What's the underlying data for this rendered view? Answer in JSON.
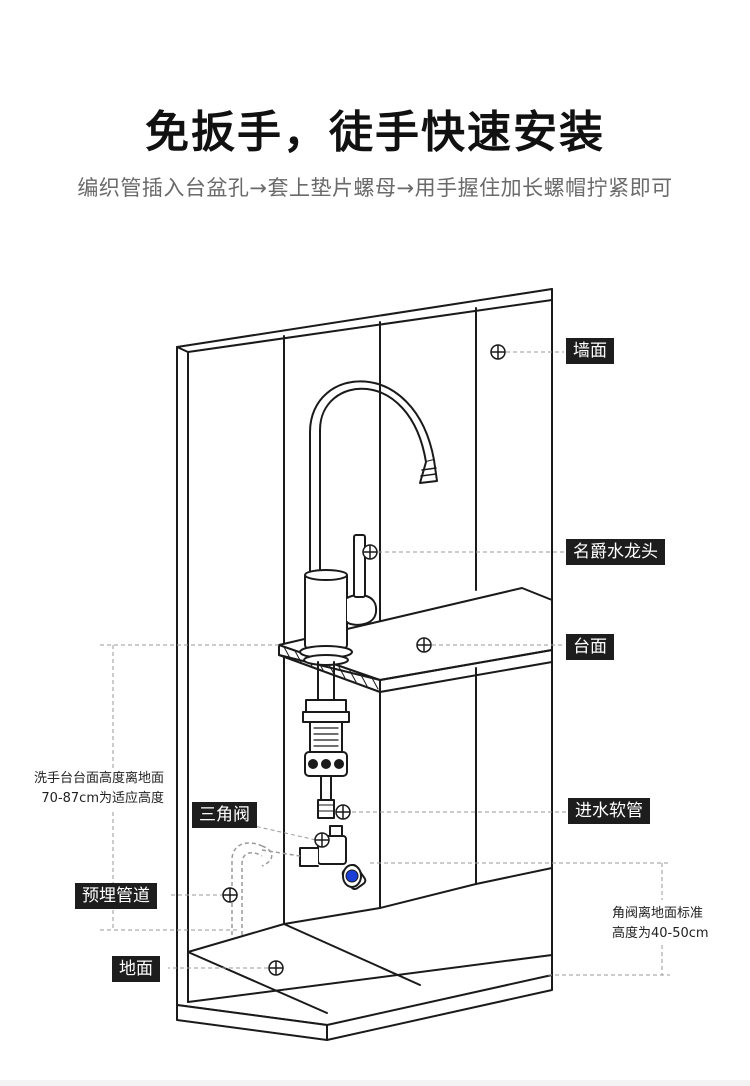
{
  "header": {
    "title": "免扳手，徒手快速安装",
    "subtitle": "编织管插入台盆孔→套上垫片螺母→用手握住加长螺帽拧紧即可"
  },
  "labels": {
    "wall": "墙面",
    "faucet": "名爵水龙头",
    "countertop": "台面",
    "inlet_hose": "进水软管",
    "angle_valve": "三角阀",
    "embedded_pipe": "预埋管道",
    "floor": "地面"
  },
  "notes": {
    "counter_height_line1": "洗手台台面高度离地面",
    "counter_height_line2": "70-87cm为适应高度",
    "valve_height_line1": "角阀离地面标准",
    "valve_height_line2": "高度为40-50cm"
  },
  "colors": {
    "line": "#1a1a1a",
    "dashed": "#9a9a9a",
    "valve_blue": "#1b3fd6",
    "tag_bg": "#1d1d1d"
  },
  "icons": {
    "marker": "crosshair-marker-icon"
  }
}
